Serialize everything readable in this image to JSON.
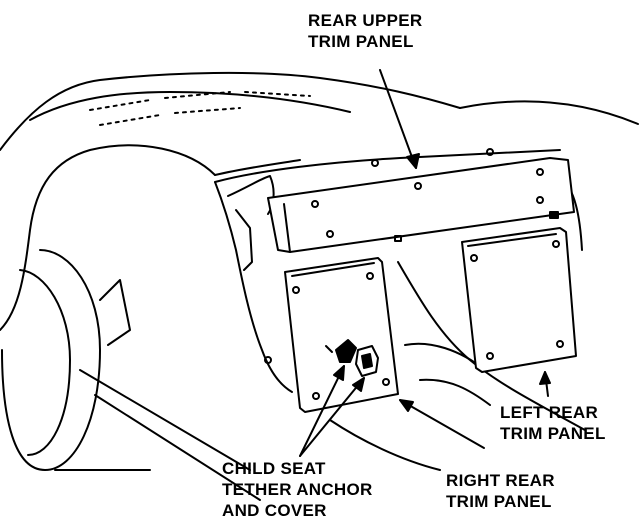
{
  "labels": {
    "rear_upper_trim_panel": [
      "REAR UPPER",
      "TRIM PANEL"
    ],
    "left_rear_trim_panel": [
      "LEFT REAR",
      "TRIM PANEL"
    ],
    "right_rear_trim_panel": [
      "RIGHT REAR",
      "TRIM PANEL"
    ],
    "child_seat_tether_anchor": [
      "CHILD SEAT",
      "TETHER ANCHOR",
      "AND COVER"
    ]
  }
}
